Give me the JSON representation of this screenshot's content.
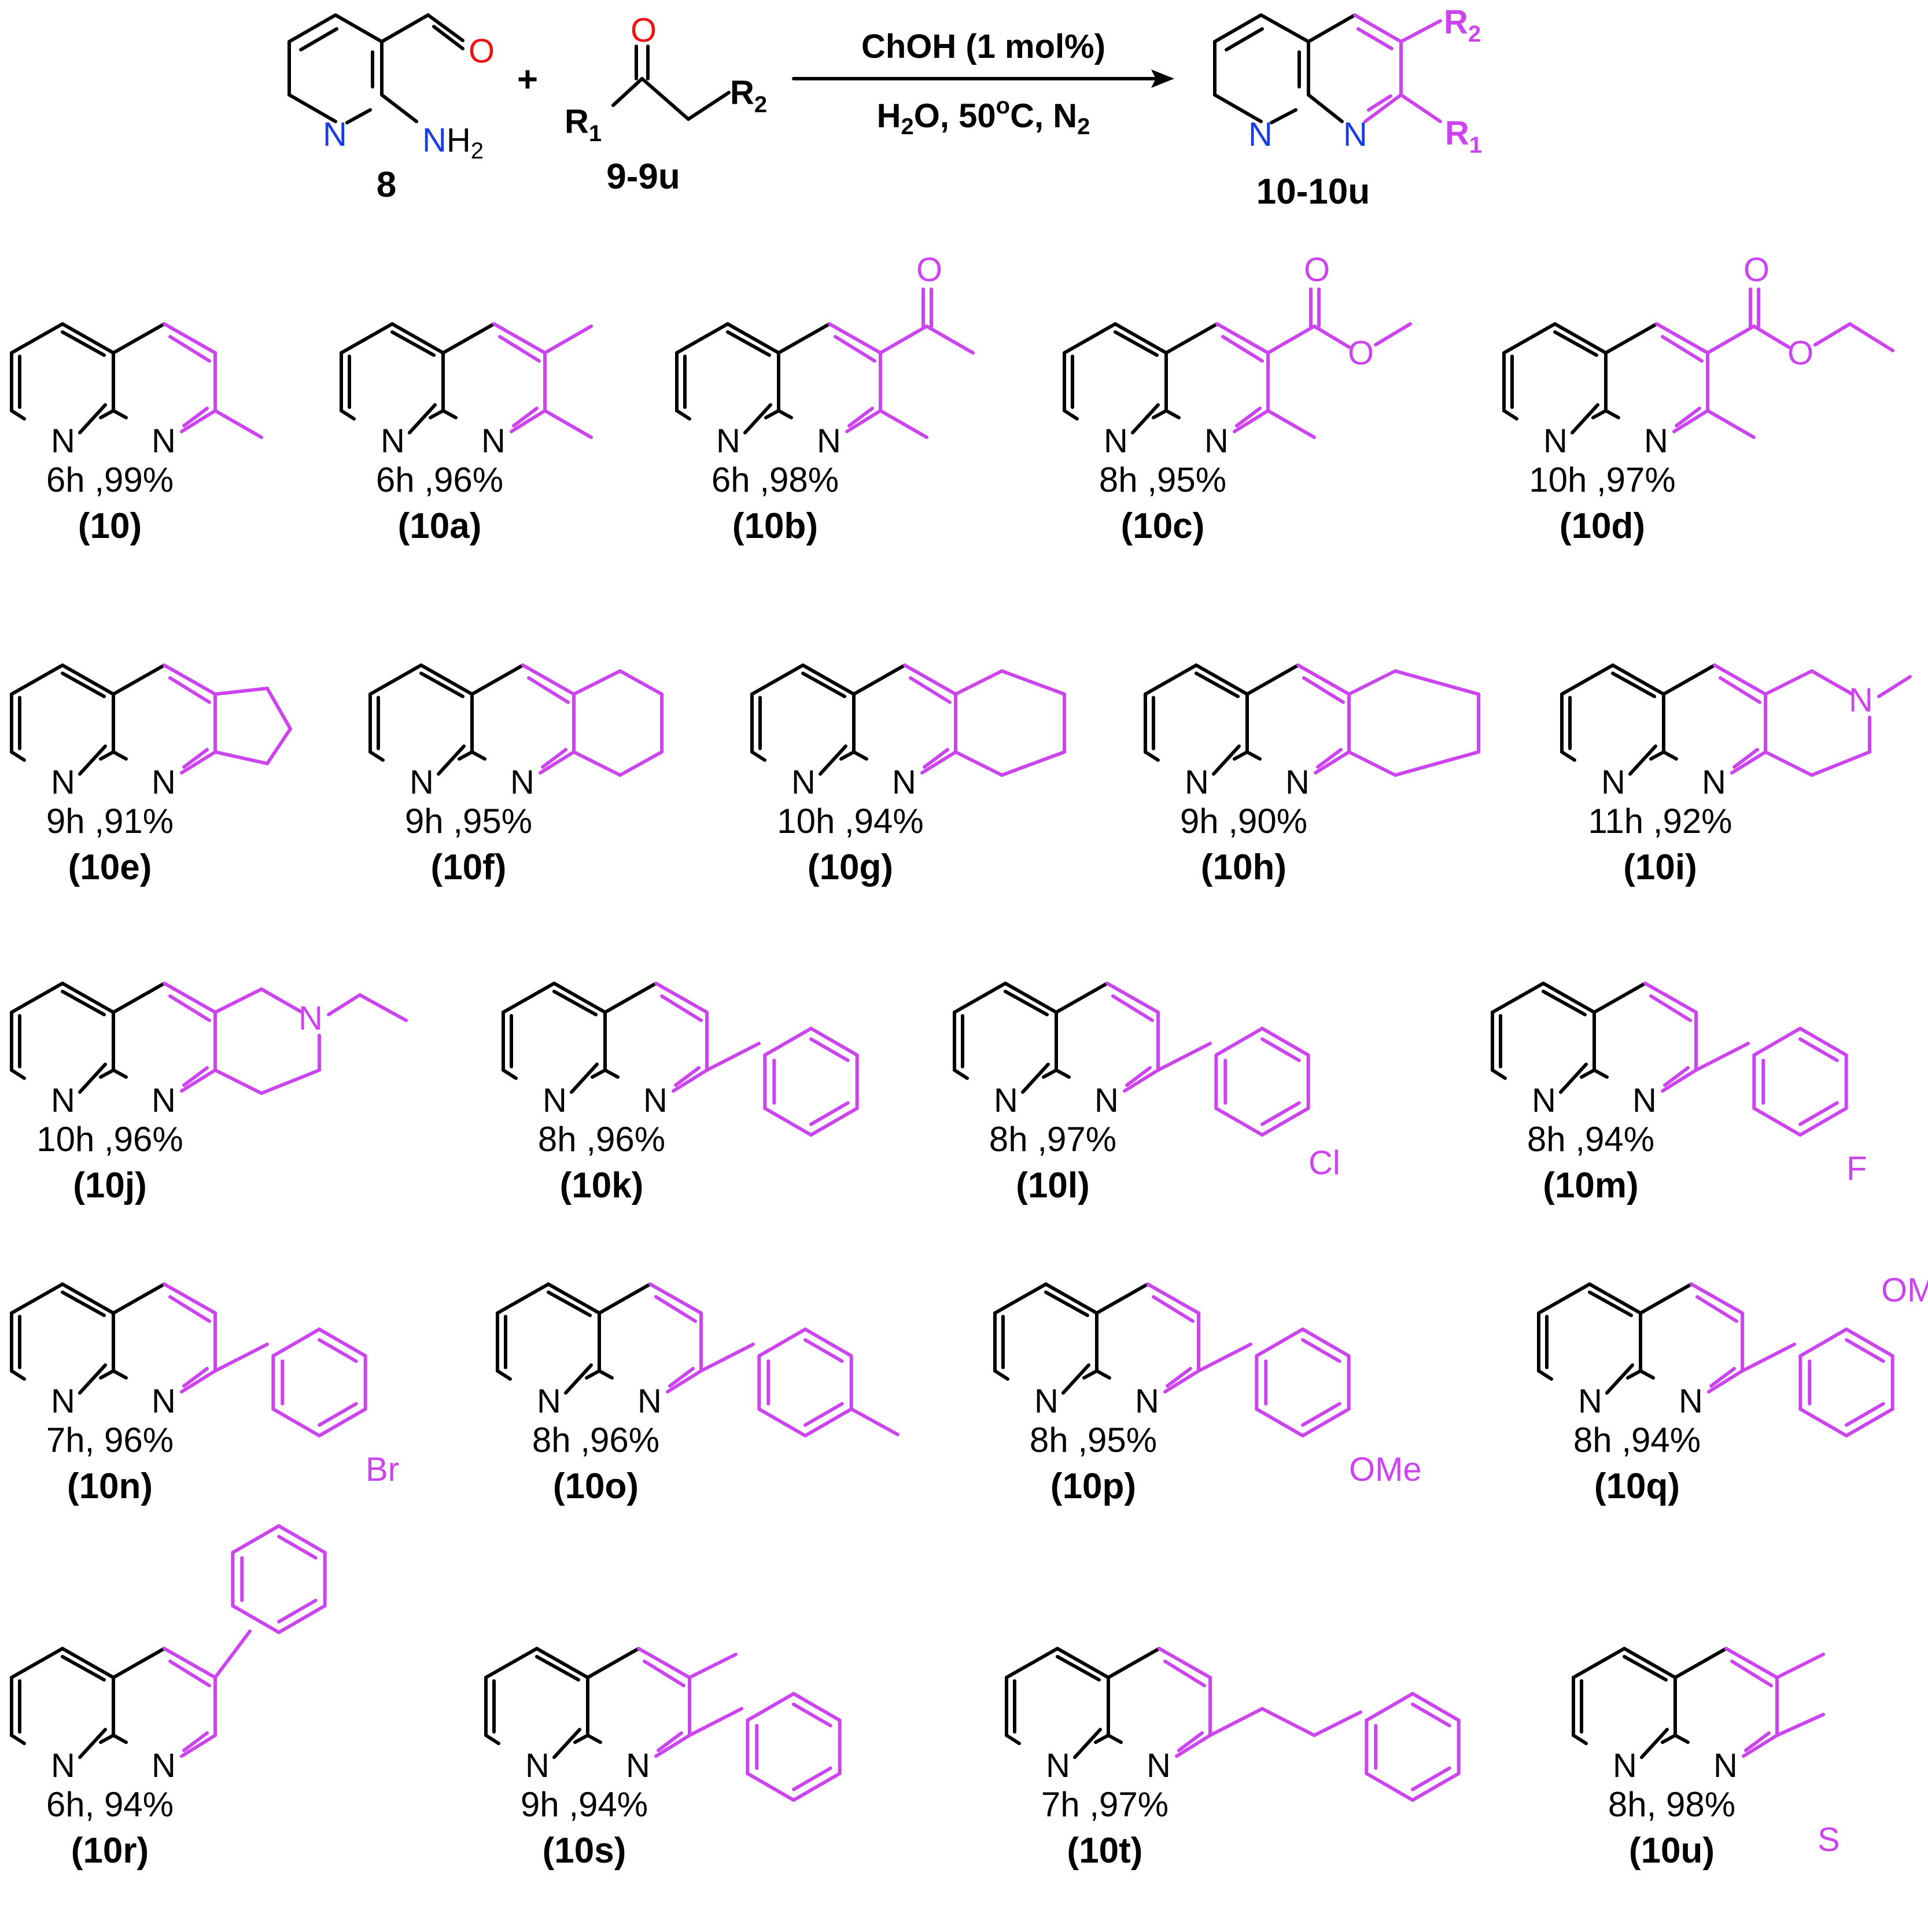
{
  "reaction": {
    "reactant1": {
      "label": "8",
      "o_atom": "O",
      "n_atom": "N",
      "nh2_n": "N",
      "nh2_h": "H",
      "nh2_sub": "2"
    },
    "plus": "+",
    "reactant2": {
      "label": "9-9u",
      "o_atom": "O",
      "r1": "R",
      "r1_sub": "1",
      "r2": "R",
      "r2_sub": "2"
    },
    "conditions": {
      "line1": "ChOH (1 mol%)",
      "line2_a": "H",
      "line2_sub": "2",
      "line2_b": "O, 50",
      "line2_sup": "o",
      "line2_c": "C, N",
      "line2_sub2": "2"
    },
    "product": {
      "label": "10-10u",
      "n_atom": "N",
      "r1": "R",
      "r1_sub": "1",
      "r2": "R",
      "r2_sub": "2"
    }
  },
  "compounds": [
    {
      "id": "(10)",
      "yield": "6h ,99%"
    },
    {
      "id": "(10a)",
      "yield": "6h ,96%"
    },
    {
      "id": "(10b)",
      "yield": "6h ,98%"
    },
    {
      "id": "(10c)",
      "yield": "8h ,95%"
    },
    {
      "id": "(10d)",
      "yield": "10h ,97%"
    },
    {
      "id": "(10e)",
      "yield": "9h ,91%"
    },
    {
      "id": "(10f)",
      "yield": "9h ,95%"
    },
    {
      "id": "(10g)",
      "yield": "10h ,94%"
    },
    {
      "id": "(10h)",
      "yield": "9h ,90%"
    },
    {
      "id": "(10i)",
      "yield": "11h ,92%"
    },
    {
      "id": "(10j)",
      "yield": "10h ,96%"
    },
    {
      "id": "(10k)",
      "yield": "8h ,96%"
    },
    {
      "id": "(10l)",
      "yield": "8h ,97%"
    },
    {
      "id": "(10m)",
      "yield": "8h ,94%"
    },
    {
      "id": "(10n)",
      "yield": "7h, 96%"
    },
    {
      "id": "(10o)",
      "yield": "8h ,96%"
    },
    {
      "id": "(10p)",
      "yield": "8h ,95%"
    },
    {
      "id": "(10q)",
      "yield": "8h ,94%"
    },
    {
      "id": "(10r)",
      "yield": "6h, 94%"
    },
    {
      "id": "(10s)",
      "yield": "9h ,94%"
    },
    {
      "id": "(10t)",
      "yield": "7h ,97%"
    },
    {
      "id": "(10u)",
      "yield": "8h, 98%"
    }
  ],
  "atoms": {
    "n": "N",
    "o": "O",
    "cl": "Cl",
    "f": "F",
    "br": "Br",
    "ome": "OMe",
    "s": "S"
  },
  "colors": {
    "substituent": "#cc44ee",
    "oxygen": "#ee1111",
    "nitrogen": "#1a3de0",
    "bond": "#000000"
  }
}
